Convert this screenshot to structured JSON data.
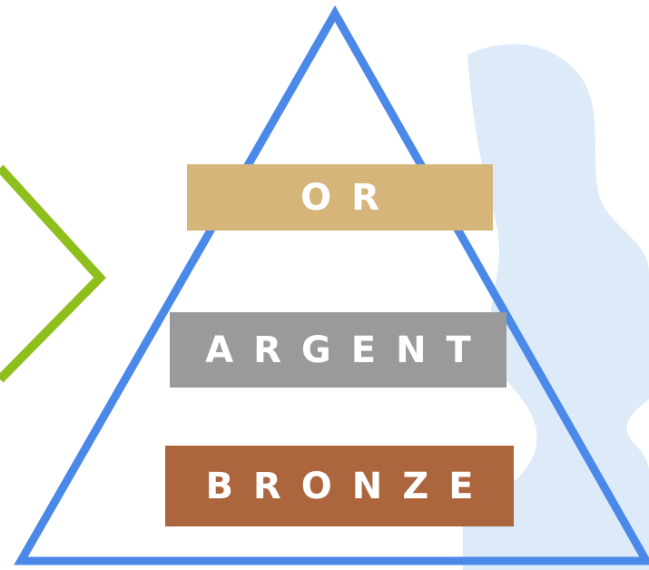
{
  "tiers": [
    {
      "id": "gold",
      "label": "OR",
      "color": "#d6b57a"
    },
    {
      "id": "silver",
      "label": "ARGENT",
      "color": "#9a9a9c"
    },
    {
      "id": "bronze",
      "label": "BRONZE",
      "color": "#ad653e"
    }
  ],
  "colors": {
    "triangle_stroke": "#4a89e8",
    "chevron_stroke": "#8ebf1c",
    "background_shape": "#dcebf7"
  }
}
